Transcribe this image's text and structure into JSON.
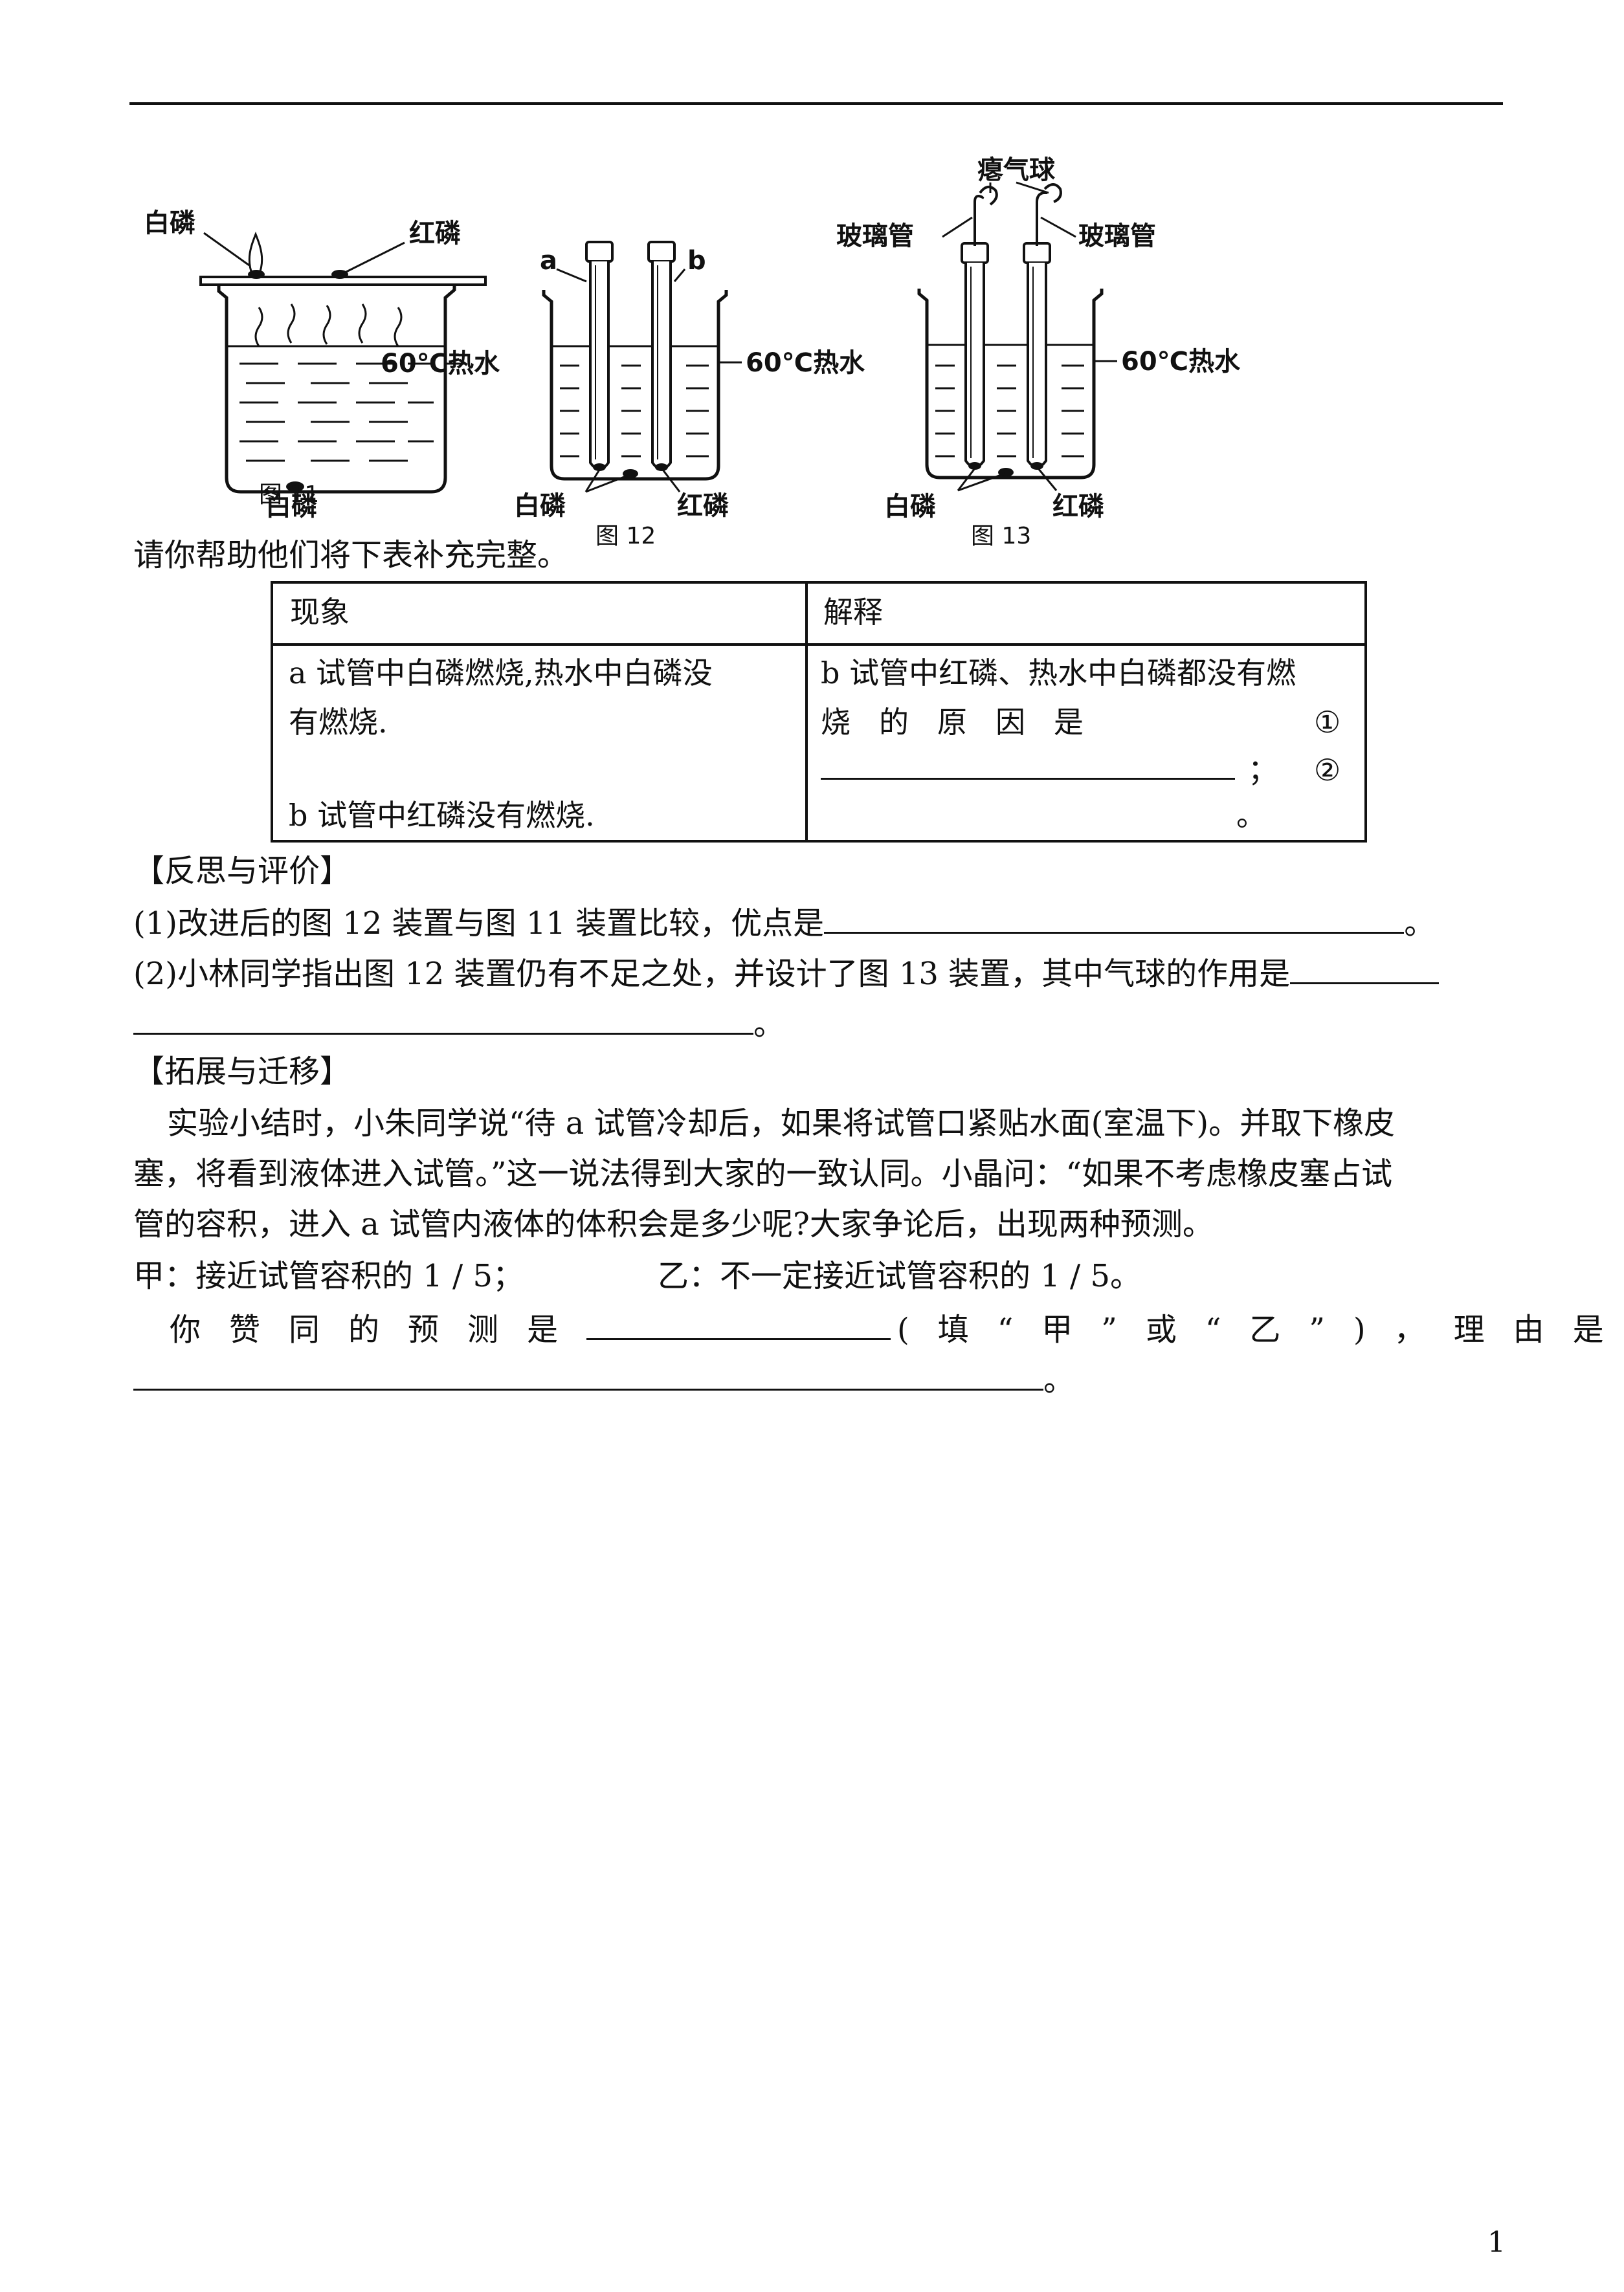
{
  "figures": {
    "fig11": {
      "caption": "图 11",
      "labels": {
        "white_p_top": "白磷",
        "red_p": "红磷",
        "water": "60℃热水",
        "white_p_bottom": "白磷"
      }
    },
    "fig12": {
      "caption": "图 12",
      "labels": {
        "tube_a": "a",
        "tube_b": "b",
        "water": "60℃热水",
        "white_p": "白磷",
        "red_p": "红磷"
      }
    },
    "fig13": {
      "caption": "图 13",
      "labels": {
        "balloon": "瘪气球",
        "glass_tube_left": "玻璃管",
        "glass_tube_right": "玻璃管",
        "water": "60℃热水",
        "white_p": "白磷",
        "red_p": "红磷"
      }
    }
  },
  "intro": "请你帮助他们将下表补充完整。",
  "table": {
    "headers": [
      "现象",
      "解释"
    ],
    "phenomenon_line1": "a 试管中白磷燃烧,热水中白磷没",
    "phenomenon_line2": "有燃烧.",
    "phenomenon_line3": "b 试管中红磷没有燃烧.",
    "explanation_line1": "b 试管中红磷、热水中白磷都没有燃",
    "explanation_line2": "烧的原因是",
    "explanation_mark1": "①",
    "explanation_semicolon": "；",
    "explanation_mark2": "②",
    "explanation_end": "。"
  },
  "reflection": {
    "heading": "【反思与评价】",
    "q1": "(1)改进后的图 12 装置与图 11 装置比较，优点是",
    "q1_end": "。",
    "q2": "(2)小林同学指出图 12 装置仍有不足之处，并设计了图 13 装置，其中气球的作用是",
    "q2_end": "。"
  },
  "extension": {
    "heading": "【拓展与迁移】",
    "line1": "实验小结时，小朱同学说“待 a 试管冷却后，如果将试管口紧贴水面(室温下)。并取下橡皮",
    "line2": "塞，将看到液体进入试管。”这一说法得到大家的一致认同。小晶问：“如果不考虑橡皮塞占试",
    "line3": "管的容积，进入 a 试管内液体的体积会是多少呢?大家争论后，出现两种预测。",
    "prediction_jia": "甲：接近试管容积的 1 / 5；",
    "prediction_yi": "乙：不一定接近试管容积的 1 / 5。",
    "agree_prefix": "你赞同的预测是",
    "agree_middle": "(填“甲”或“乙”)，理由是",
    "agree_end": "。"
  },
  "page_number": "1"
}
